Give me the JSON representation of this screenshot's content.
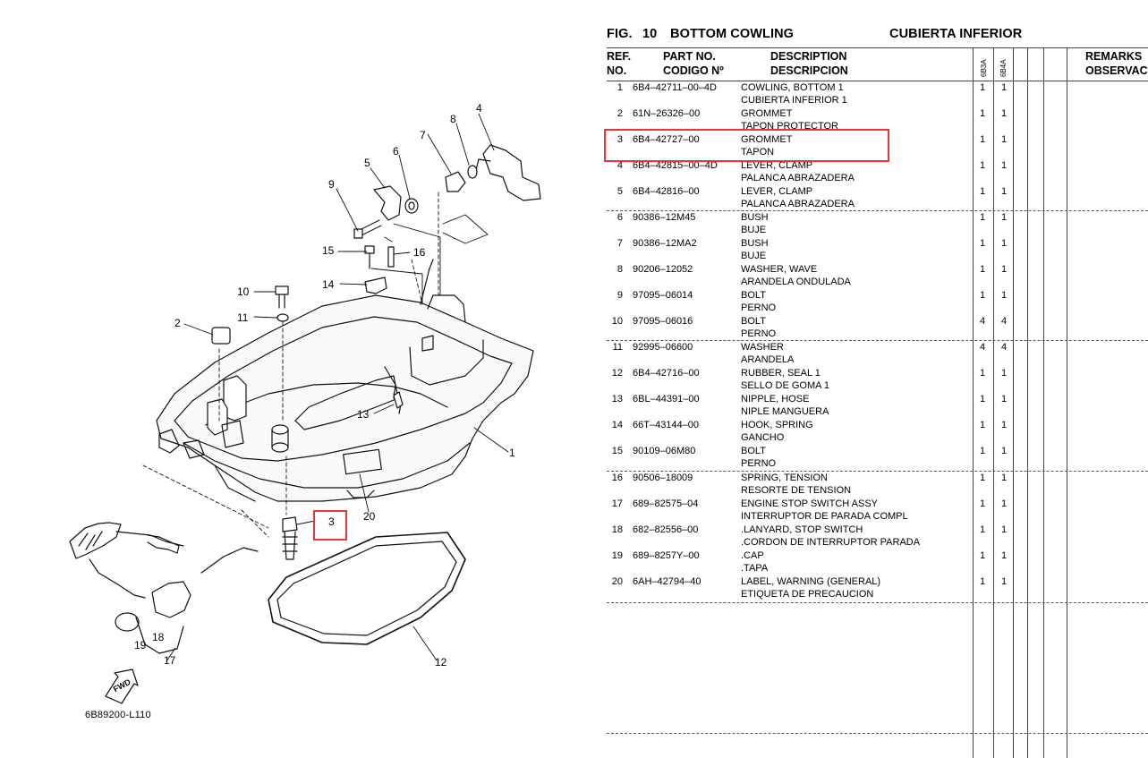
{
  "diagram": {
    "code": "6B89200-L110",
    "fwd_label": "FWD",
    "callouts": [
      {
        "key": "c1",
        "text": "1"
      },
      {
        "key": "c2",
        "text": "2"
      },
      {
        "key": "c3",
        "text": "3"
      },
      {
        "key": "c4",
        "text": "4"
      },
      {
        "key": "c5",
        "text": "5"
      },
      {
        "key": "c6",
        "text": "6"
      },
      {
        "key": "c7",
        "text": "7"
      },
      {
        "key": "c8",
        "text": "8"
      },
      {
        "key": "c9",
        "text": "9"
      },
      {
        "key": "c10",
        "text": "10"
      },
      {
        "key": "c11",
        "text": "11"
      },
      {
        "key": "c12",
        "text": "12"
      },
      {
        "key": "c13",
        "text": "13"
      },
      {
        "key": "c14",
        "text": "14"
      },
      {
        "key": "c15",
        "text": "15"
      },
      {
        "key": "c16",
        "text": "16"
      },
      {
        "key": "c17",
        "text": "17"
      },
      {
        "key": "c18",
        "text": "18"
      },
      {
        "key": "c19",
        "text": "19"
      },
      {
        "key": "c20",
        "text": "20"
      }
    ],
    "highlight_color": "#e0393b"
  },
  "sheet": {
    "fig": "FIG.",
    "fig_no": "10",
    "title_en": "BOTTOM COWLING",
    "title_es": "CUBIERTA INFERIOR",
    "headers": {
      "ref": "REF.",
      "no": "NO.",
      "part_no": "PART NO.",
      "codigo": "CODIGO Nº",
      "description": "DESCRIPTION",
      "descripcion": "DESCRIPCION",
      "model1": "6B3A",
      "model2": "6B4A",
      "remarks": "REMARKS",
      "observac": "OBSERVAC"
    },
    "rows": [
      {
        "ref": "1",
        "part": "6B4–42711–00–4D",
        "desc": "COWLING, BOTTOM 1",
        "desc2": "CUBIERTA INFERIOR 1",
        "q1": "1",
        "q2": "1"
      },
      {
        "ref": "2",
        "part": "61N–26326–00",
        "desc": "GROMMET",
        "desc2": "TAPON PROTECTOR",
        "q1": "1",
        "q2": "1"
      },
      {
        "ref": "3",
        "part": "6B4–42727–00",
        "desc": "GROMMET",
        "desc2": "TAPON",
        "q1": "1",
        "q2": "1"
      },
      {
        "ref": "4",
        "part": "6B4–42815–00–4D",
        "desc": "LEVER, CLAMP",
        "desc2": "PALANCA  ABRAZADERA",
        "q1": "1",
        "q2": "1"
      },
      {
        "ref": "5",
        "part": "6B4–42816–00",
        "desc": "LEVER, CLAMP",
        "desc2": "PALANCA  ABRAZADERA",
        "q1": "1",
        "q2": "1"
      },
      {
        "ref": "6",
        "part": "90386–12M45",
        "desc": "BUSH",
        "desc2": "BUJE",
        "q1": "1",
        "q2": "1"
      },
      {
        "ref": "7",
        "part": "90386–12MA2",
        "desc": "BUSH",
        "desc2": "BUJE",
        "q1": "1",
        "q2": "1"
      },
      {
        "ref": "8",
        "part": "90206–12052",
        "desc": "WASHER, WAVE",
        "desc2": "ARANDELA  ONDULADA",
        "q1": "1",
        "q2": "1"
      },
      {
        "ref": "9",
        "part": "97095–06014",
        "desc": "BOLT",
        "desc2": "PERNO",
        "q1": "1",
        "q2": "1"
      },
      {
        "ref": "10",
        "part": "97095–06016",
        "desc": "BOLT",
        "desc2": "PERNO",
        "q1": "4",
        "q2": "4"
      },
      {
        "ref": "11",
        "part": "92995–06600",
        "desc": "WASHER",
        "desc2": "ARANDELA",
        "q1": "4",
        "q2": "4"
      },
      {
        "ref": "12",
        "part": "6B4–42716–00",
        "desc": "RUBBER, SEAL 1",
        "desc2": "SELLO DE GOMA 1",
        "q1": "1",
        "q2": "1"
      },
      {
        "ref": "13",
        "part": "6BL–44391–00",
        "desc": "NIPPLE, HOSE",
        "desc2": "NIPLE MANGUERA",
        "q1": "1",
        "q2": "1"
      },
      {
        "ref": "14",
        "part": "66T–43144–00",
        "desc": "HOOK, SPRING",
        "desc2": "GANCHO",
        "q1": "1",
        "q2": "1"
      },
      {
        "ref": "15",
        "part": "90109–06M80",
        "desc": "BOLT",
        "desc2": "PERNO",
        "q1": "1",
        "q2": "1"
      },
      {
        "ref": "16",
        "part": "90506–18009",
        "desc": "SPRING, TENSION",
        "desc2": "RESORTE  DE TENSION",
        "q1": "1",
        "q2": "1"
      },
      {
        "ref": "17",
        "part": "689–82575–04",
        "desc": "ENGINE STOP SWITCH ASSY",
        "desc2": "INTERRUPTOR DE PARADA COMPL",
        "q1": "1",
        "q2": "1"
      },
      {
        "ref": "18",
        "part": "682–82556–00",
        "desc": ".LANYARD, STOP SWITCH",
        "desc2": ".CORDON DE INTERRUPTOR PARADA",
        "q1": "1",
        "q2": "1"
      },
      {
        "ref": "19",
        "part": "689–8257Y–00",
        "desc": ".CAP",
        "desc2": ".TAPA",
        "q1": "1",
        "q2": "1"
      },
      {
        "ref": "20",
        "part": "6AH–42794–40",
        "desc": "LABEL, WARNING (GENERAL)",
        "desc2": "ETIQUETA DE PRECAUCION",
        "q1": "1",
        "q2": "1"
      }
    ]
  }
}
